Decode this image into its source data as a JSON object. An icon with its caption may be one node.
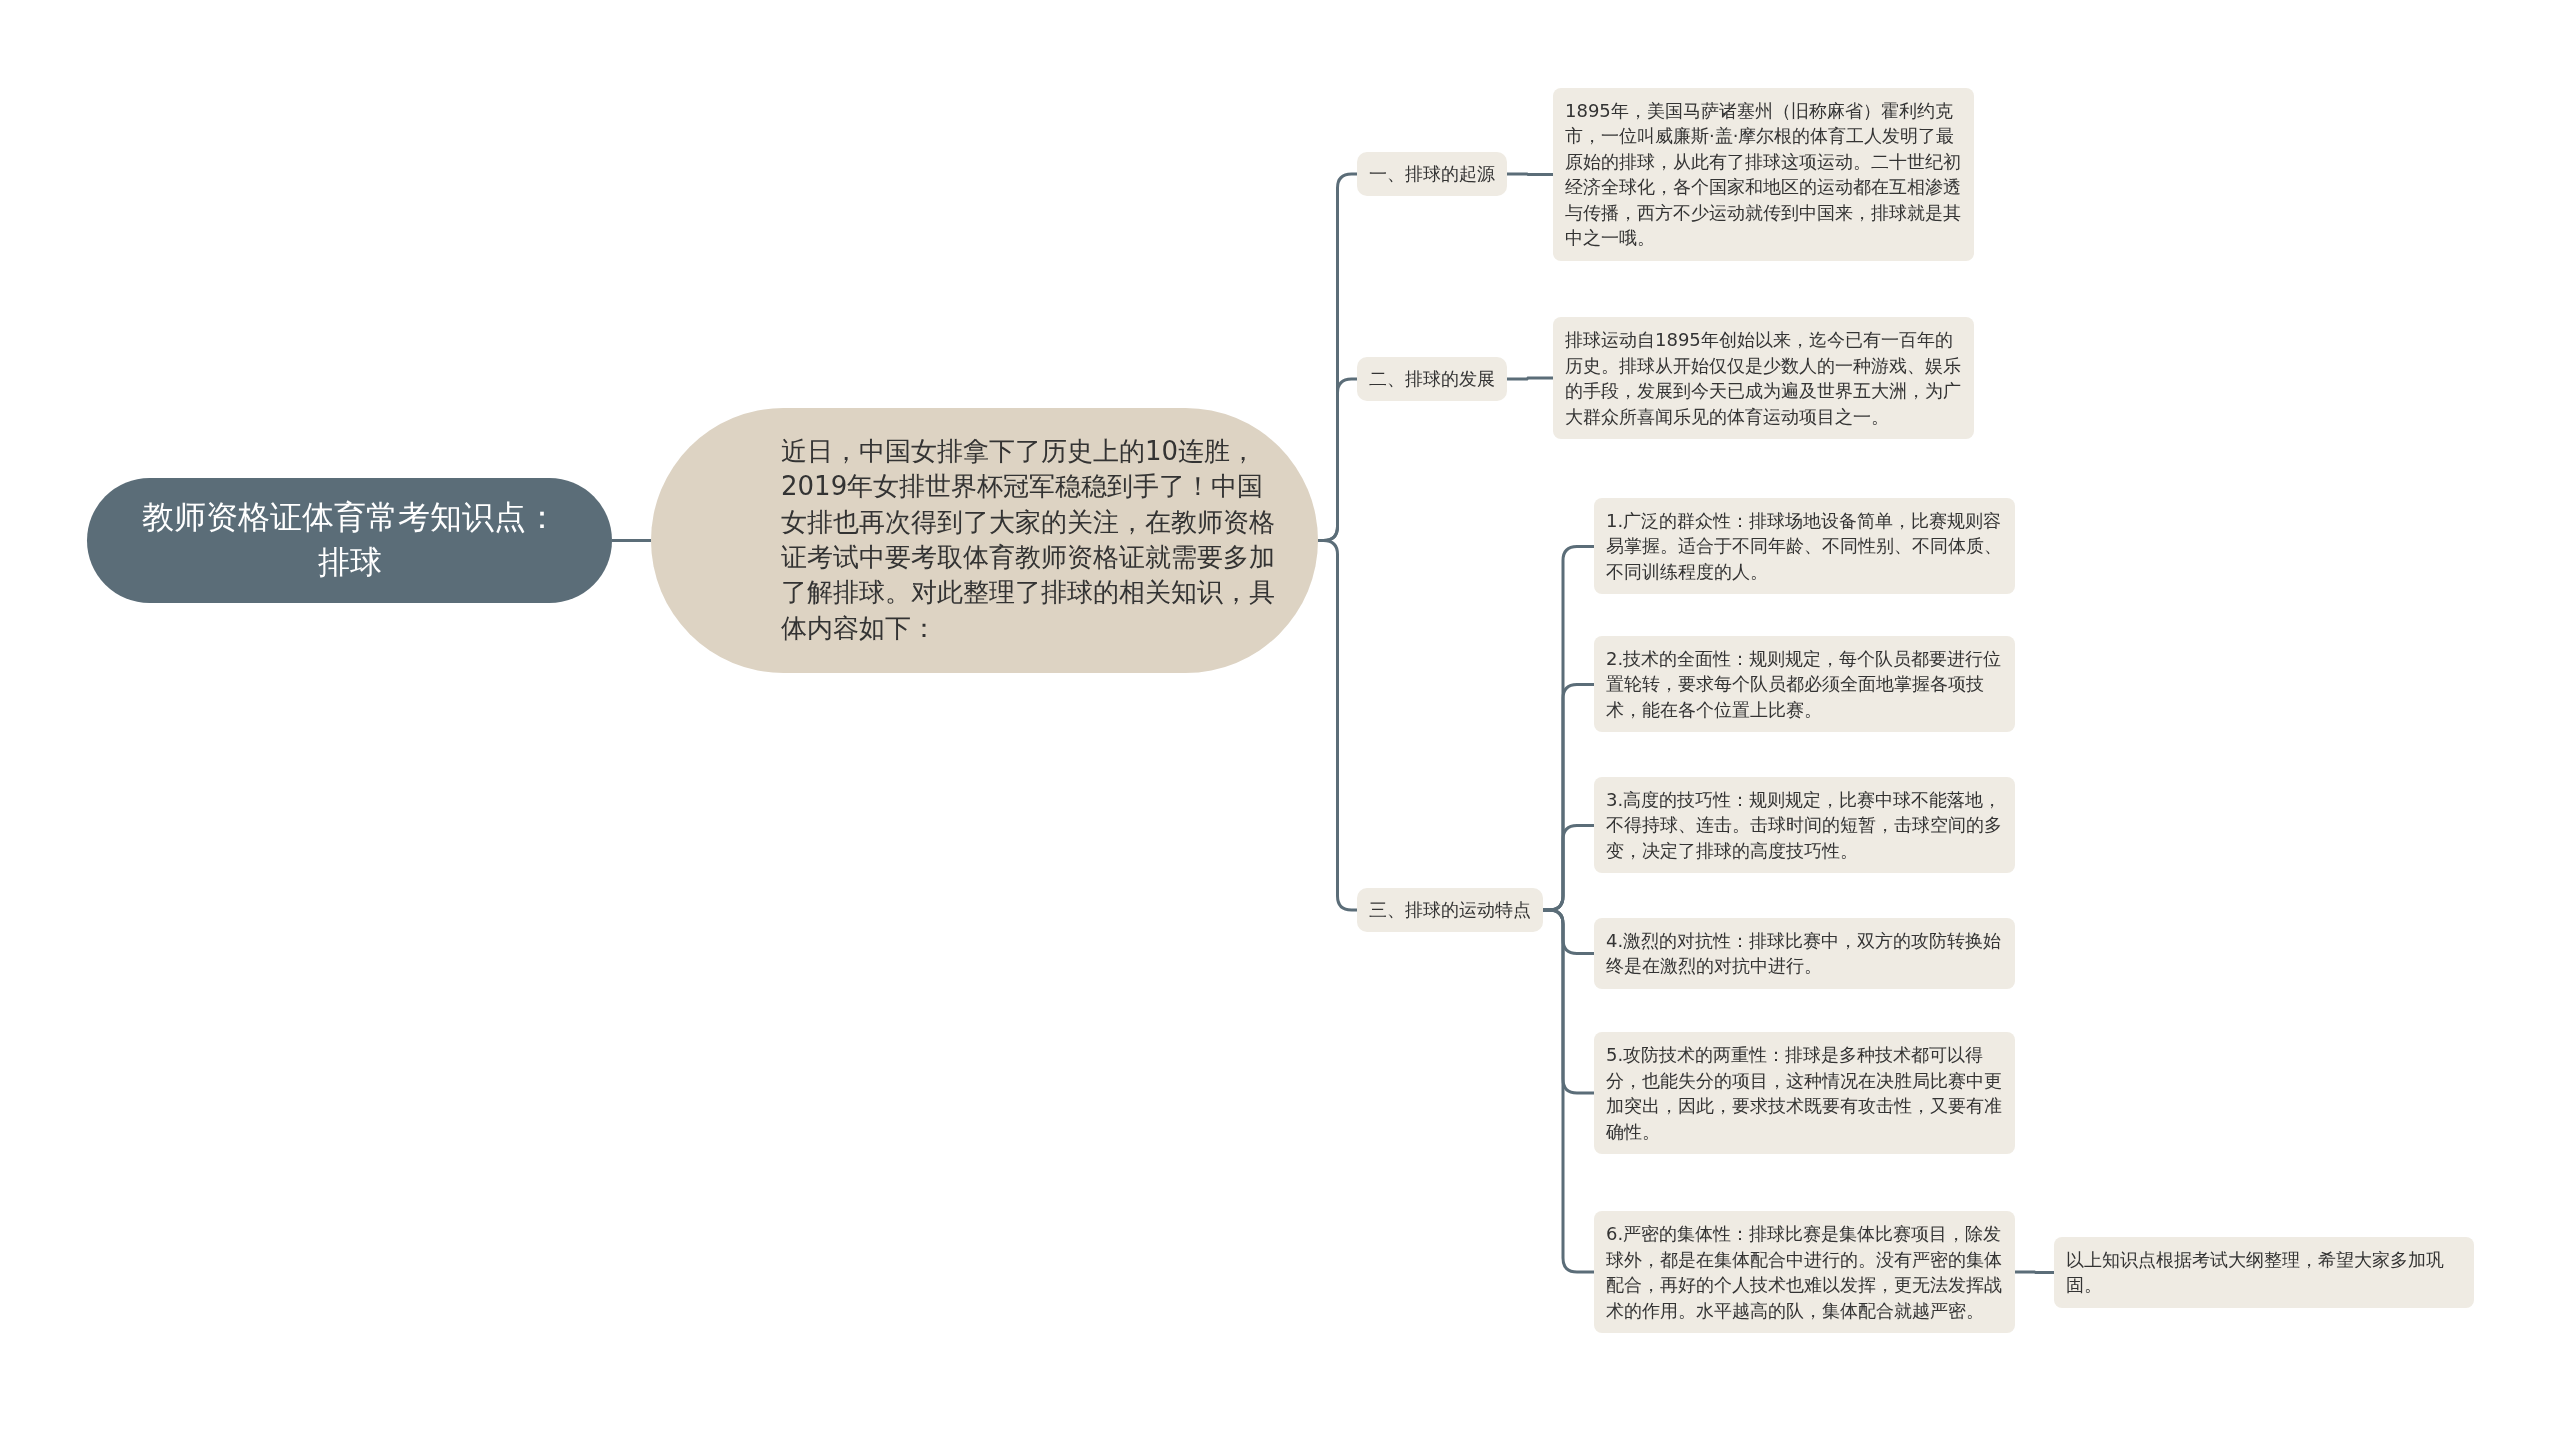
{
  "diagram": {
    "nodes": [
      {
        "text": [
          "教师资格证体育常考知识点：排球"
        ]
      },
      {
        "text": [
          "近日，中国女排拿下了历史上的10连胜，2019年女排世界杯冠军稳稳到手了！中国女排也再次得到了大家的关注，在教师资格证考试中要考取体育教师资格证就需要多加了解排球。对此整理了排球的相关知识，具体内容如下："
        ]
      },
      {
        "text": [
          "一、排球的起源"
        ]
      },
      {
        "text": [
          "1895年，美国马萨诸塞州（旧称麻省）霍利约克市，一位叫威廉斯·盖·摩尔根的体育工人发明了最原始的排球，从此有了排球这项运动。二十世纪初经济全球化，各个国家和地区的运动都在互相渗透与传播，西方不少运动就传到中国来，排球就是其中之一哦。"
        ]
      },
      {
        "text": [
          "二、排球的发展"
        ]
      },
      {
        "text": [
          "排球运动自1895年创始以来，迄今已有一百年的历史。排球从开始仅仅是少数人的一种游戏、娱乐的手段，发展到今天已成为遍及世界五大洲，为广大群众所喜闻乐见的体育运动项目之一。"
        ]
      },
      {
        "text": [
          "三、排球的运动特点"
        ]
      },
      {
        "text": [
          "1.广泛的群众性：排球场地设备简单，比赛规则容易掌握。适合于不同年龄、不同性别、不同体质、不同训练程度的人。"
        ]
      },
      {
        "text": [
          "2.技术的全面性：规则规定，每个队员都要进行位置轮转，要求每个队员都必须全面地掌握各项技术，能在各个位置上比赛。"
        ]
      },
      {
        "text": [
          "3.高度的技巧性：规则规定，比赛中球不能落地，不得持球、连击。击球时间的短暂，击球空间的多变，决定了排球的高度技巧性。"
        ]
      },
      {
        "text": [
          "4.激烈的对抗性：排球比赛中，双方的攻防转换始终是在激烈的对抗中进行。"
        ]
      },
      {
        "text": [
          "5.攻防技术的两重性：排球是多种技术都可以得分，也能失分的项目，这种情况在决胜局比赛中更加突出，因此，要求技术既要有攻击性，又要有准确性。"
        ]
      },
      {
        "text": [
          "6.严密的集体性：排球比赛是集体比赛项目，除发球外，都是在集体配合中进行的。没有严密的集体配合，再好的个人技术也难以发挥，更无法发挥战术的作用。水平越高的队，集体配合就越严密。"
        ]
      },
      {
        "text": [
          "以上知识点根据考试大纲整理，希望大家多加巩固。"
        ]
      }
    ],
    "edges": [
      {
        "from": 0,
        "to": 1,
        "arrow": "none"
      },
      {
        "from": 1,
        "to": 2,
        "arrow": "none"
      },
      {
        "from": 1,
        "to": 4,
        "arrow": "none"
      },
      {
        "from": 1,
        "to": 6,
        "arrow": "none"
      },
      {
        "from": 2,
        "to": 3,
        "arrow": "none"
      },
      {
        "from": 4,
        "to": 5,
        "arrow": "none"
      },
      {
        "from": 6,
        "to": 7,
        "arrow": "none"
      },
      {
        "from": 6,
        "to": 8,
        "arrow": "none"
      },
      {
        "from": 6,
        "to": 9,
        "arrow": "none"
      },
      {
        "from": 6,
        "to": 10,
        "arrow": "none"
      },
      {
        "from": 6,
        "to": 11,
        "arrow": "none"
      },
      {
        "from": 6,
        "to": 12,
        "arrow": "none"
      },
      {
        "from": 12,
        "to": 13,
        "arrow": "none"
      }
    ]
  }
}
